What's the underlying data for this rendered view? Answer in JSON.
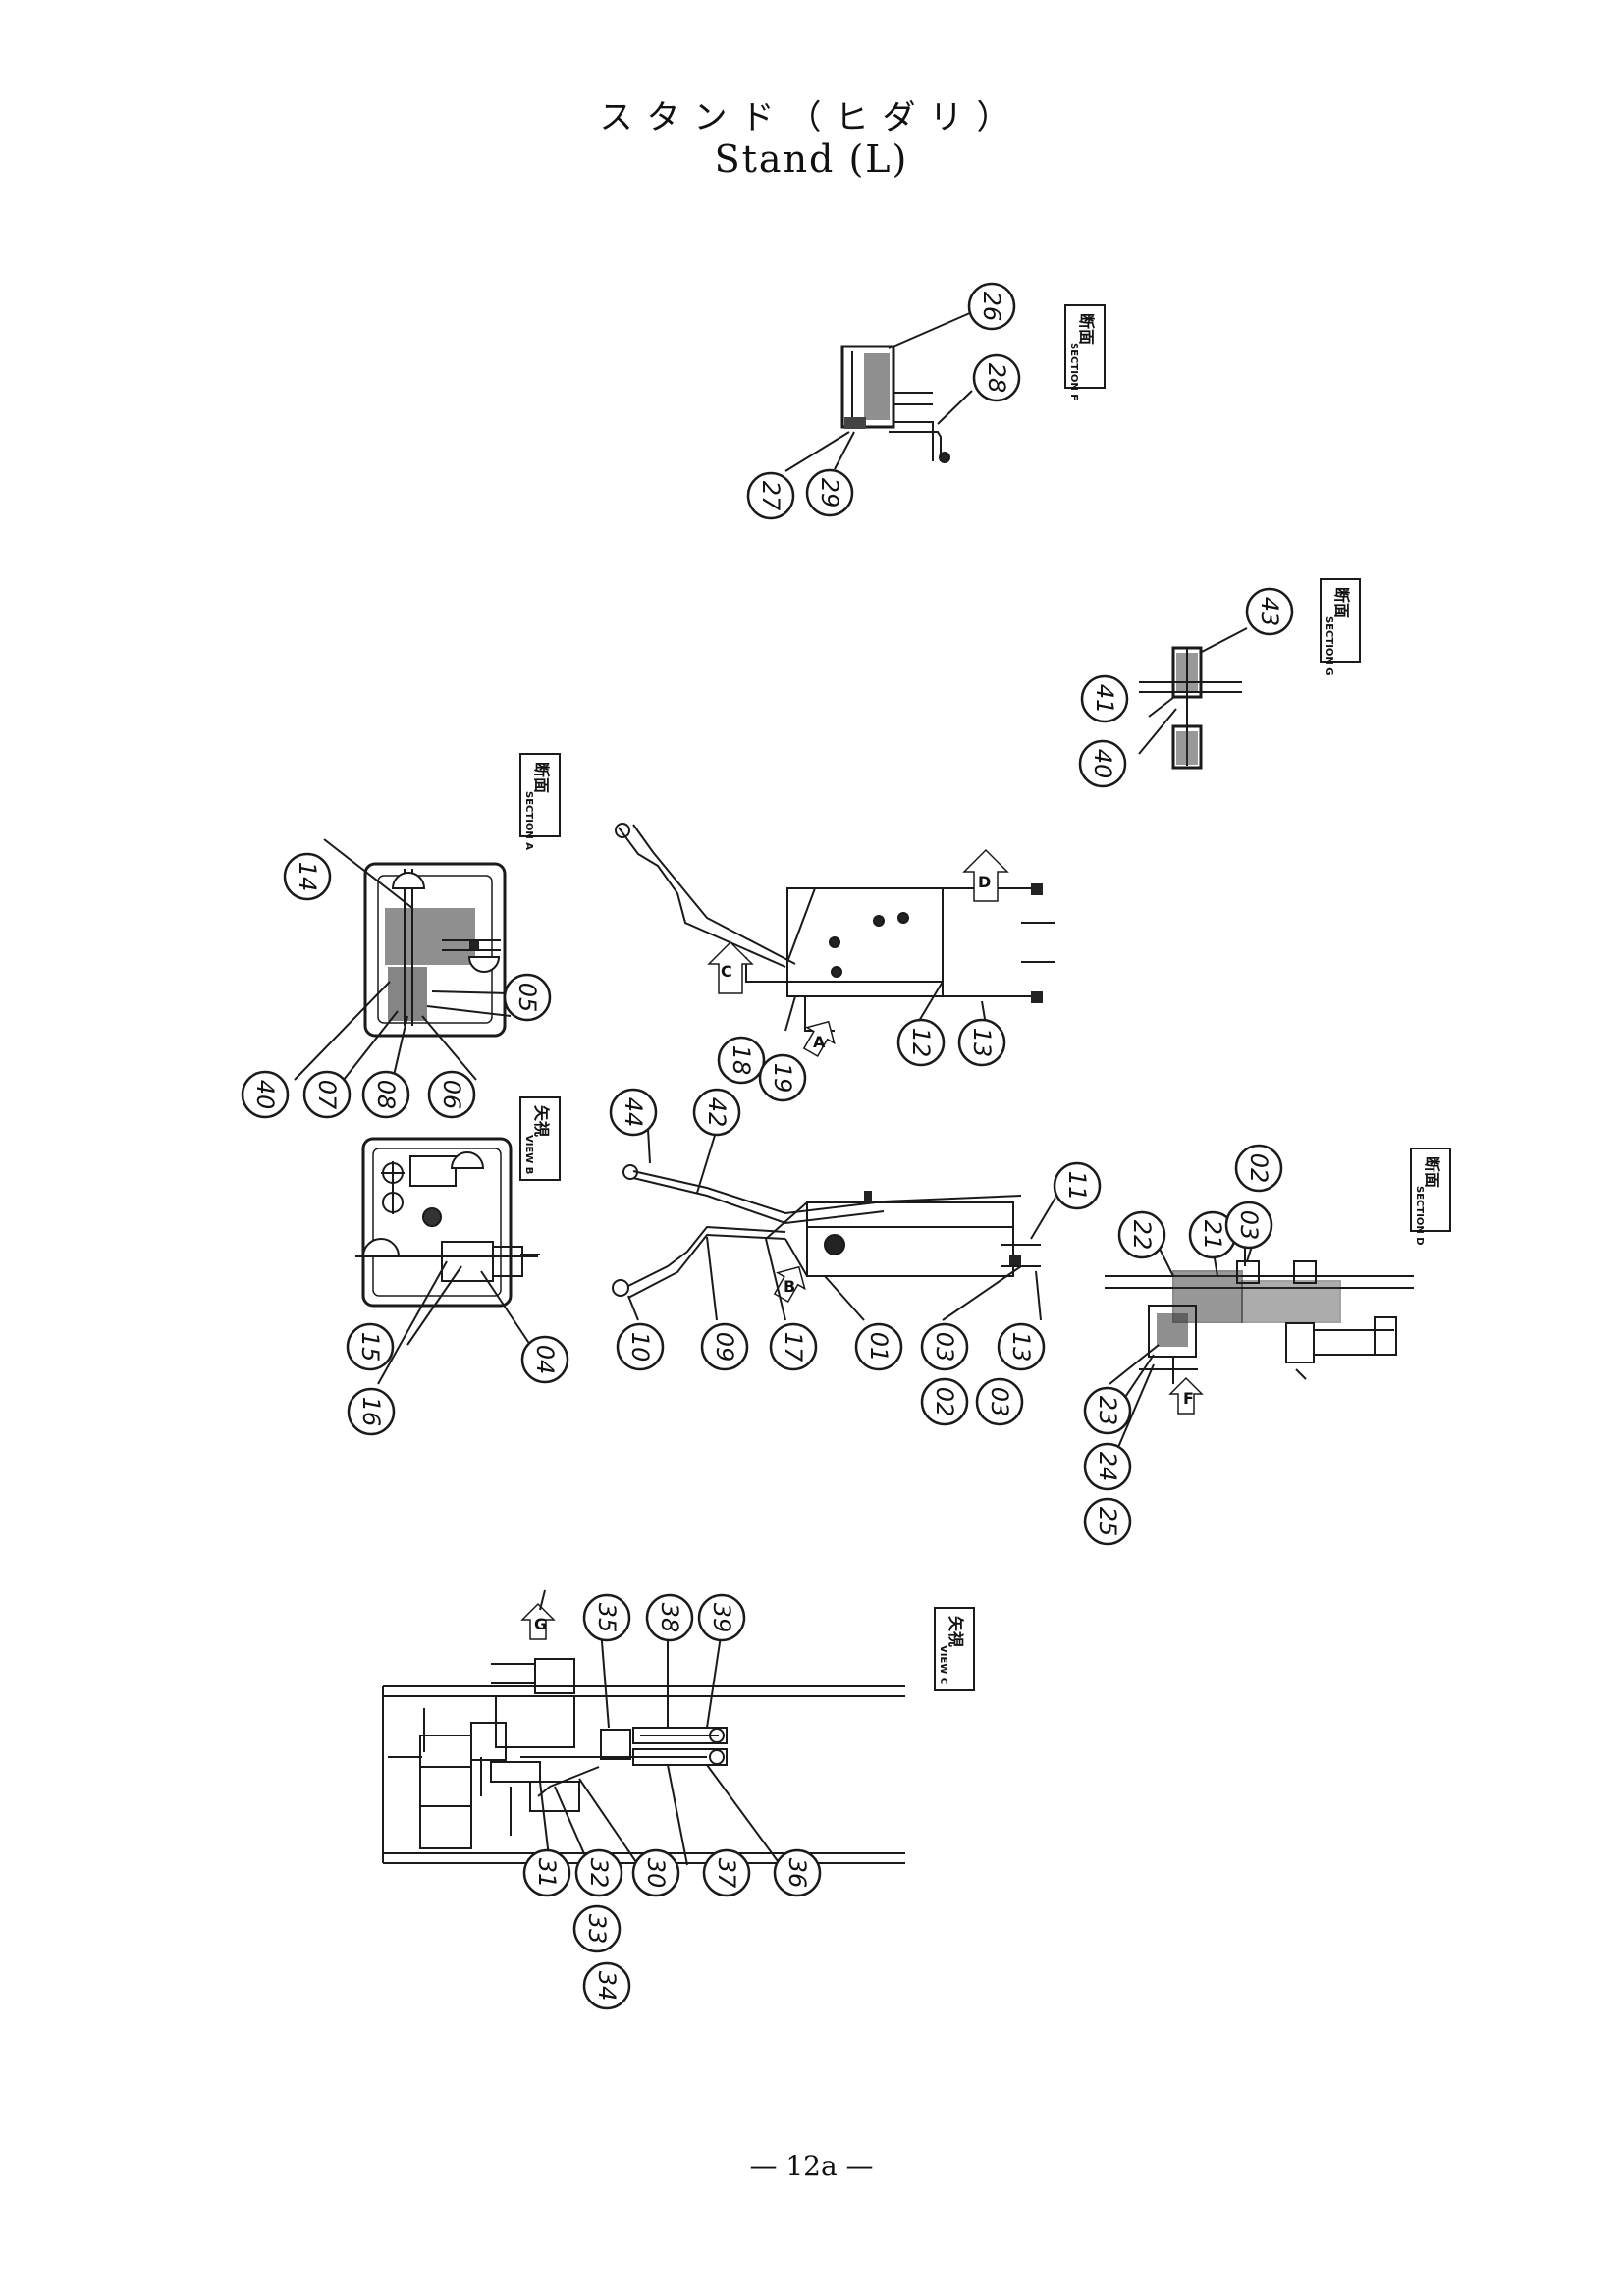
{
  "title_jp": "スタンド（ヒダリ）",
  "title_en": "Stand (L)",
  "page_number": "— 12a —",
  "views": [
    {
      "jp": "断面",
      "en": "SECTION F"
    },
    {
      "jp": "断面",
      "en": "SECTION G"
    },
    {
      "jp": "断面",
      "en": "SECTION A"
    },
    {
      "jp": "矢視",
      "en": "VIEW B"
    },
    {
      "jp": "断面",
      "en": "SECTION D"
    },
    {
      "jp": "矢視",
      "en": "VIEW C"
    }
  ],
  "arrow_letters": [
    "A",
    "B",
    "C",
    "D",
    "F",
    "G"
  ],
  "part_numbers": [
    "26",
    "28",
    "27",
    "29",
    "43",
    "41",
    "40",
    "14",
    "05",
    "40",
    "07",
    "08",
    "06",
    "18",
    "19",
    "12",
    "13",
    "44",
    "42",
    "11",
    "10",
    "09",
    "17",
    "01",
    "03",
    "02",
    "03",
    "13",
    "15",
    "16",
    "04",
    "22",
    "21",
    "03",
    "02",
    "23",
    "24",
    "25",
    "35",
    "38",
    "39",
    "31",
    "32",
    "30",
    "37",
    "36",
    "33",
    "34"
  ]
}
